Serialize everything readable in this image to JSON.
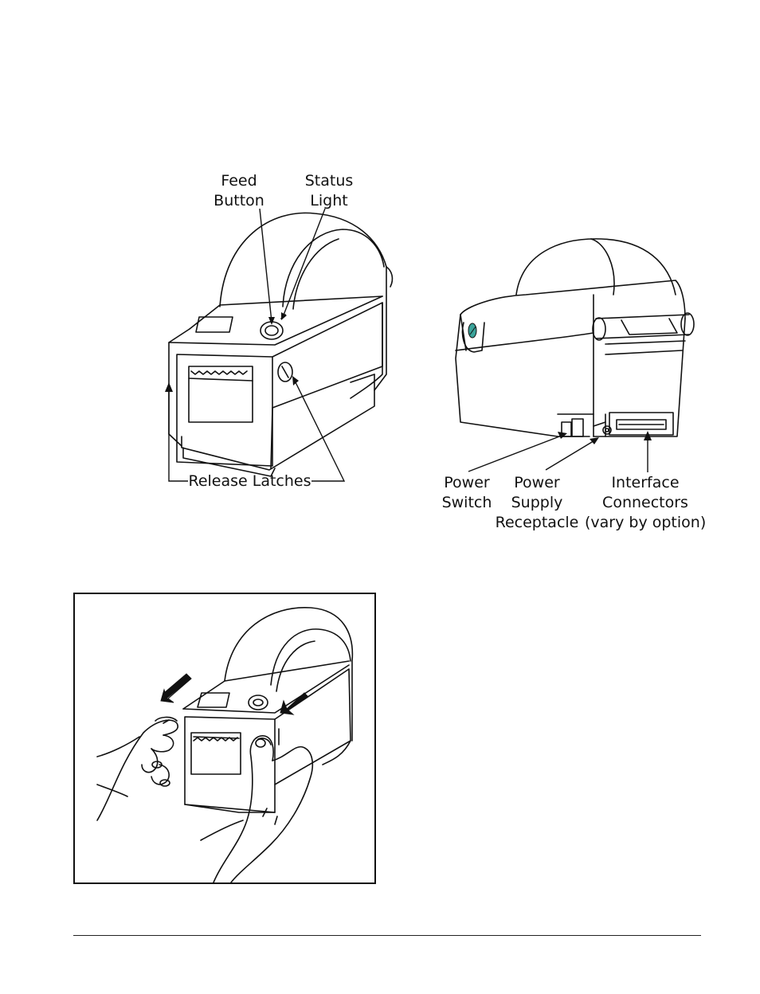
{
  "front_view": {
    "labels": {
      "feed_button": [
        "Feed",
        "Button"
      ],
      "status_light": [
        "Status",
        "Light"
      ],
      "release_latches": "Release Latches"
    }
  },
  "rear_view": {
    "labels": {
      "power_switch": [
        "Power",
        "Switch"
      ],
      "power_supply": [
        "Power",
        "Supply",
        "Receptacle"
      ],
      "interface_connectors": [
        "Interface",
        "Connectors",
        "(vary by option)"
      ]
    }
  },
  "colors": {
    "ink": "#111111",
    "teal_light": "#3aa39a",
    "paper": "#ffffff"
  }
}
